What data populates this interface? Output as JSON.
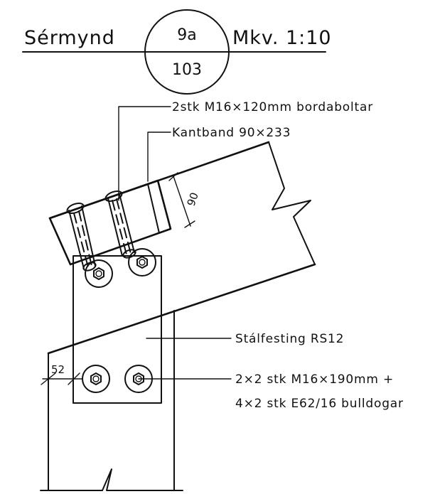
{
  "header": {
    "title": "Sérmynd",
    "detail_number": "9a",
    "sheet_number": "103",
    "scale": "Mkv. 1:10"
  },
  "callouts": {
    "bolts": "2stk M16×120mm bordaboltar",
    "edge_board": "Kantband 90×233",
    "steel_bracket": "Stálfesting RS12",
    "fasteners_line1": "2×2 stk M16×190mm +",
    "fasteners_line2": "4×2 stk E62/16 bulldogar"
  },
  "dimensions": {
    "board_depth": "90",
    "edge_distance": "52"
  }
}
